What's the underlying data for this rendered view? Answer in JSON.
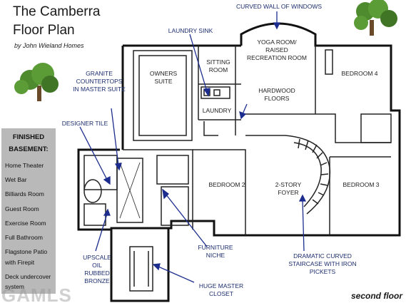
{
  "header": {
    "title_line1": "The Camberra",
    "title_line2": "Floor Plan",
    "byline": "by John Wieland Homes"
  },
  "callouts": {
    "curved_wall": "CURVED WALL OF WINDOWS",
    "laundry_sink": "LAUNDRY SINK",
    "granite": "GRANITE COUNTERTOPS IN MASTER SUITE",
    "designer_tile": "DESIGNER TILE",
    "hardwood": "HARDWOOD FLOORS",
    "furniture_niche": "FURNITURE NICHE",
    "upscale": "UPSCALE OIL RUBBED BRONZE",
    "huge_closet": "HUGE MASTER CLOSET",
    "staircase": "DRAMATIC CURVED STAIRCASE WITH IRON PICKETS"
  },
  "rooms": {
    "owners_suite": "OWNERS SUITE",
    "sitting_room": "SITTING ROOM",
    "yoga_room": "YOGA ROOM/ RAISED RECREATION ROOM",
    "bedroom4": "BEDROOM 4",
    "laundry": "LAUNDRY",
    "bedroom2": "BEDROOM 2",
    "foyer": "2-STORY FOYER",
    "bedroom3": "BEDROOM 3"
  },
  "basement": {
    "heading_line1": "FINISHED",
    "heading_line2": "BASEMENT:",
    "items": [
      "Home Theater",
      "Wet Bar",
      "Billiards Room",
      "Guest Room",
      "Exercise Room",
      "Full Bathroom",
      "Flagstone Patio",
      "with Firepit",
      "Deck undercover",
      "system"
    ]
  },
  "footer": {
    "floor_label": "second floor",
    "watermark": "GAMLS"
  },
  "colors": {
    "callout_text": "#1c2d6e",
    "arrow": "#1c2d8e",
    "basement_panel": "#b9b9b9",
    "tree_green": "#4e8a2e"
  }
}
